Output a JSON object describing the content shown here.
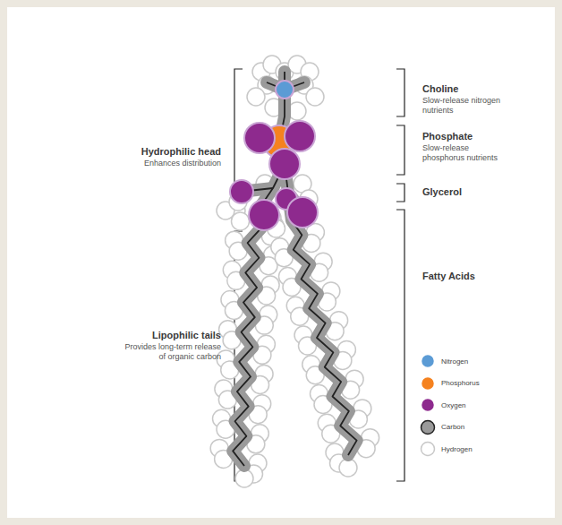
{
  "diagram": {
    "labels": [
      "Hydrophilic head",
      "Enhances distribution",
      "Lipophilic tails",
      "Provides long-term release of organic carbon",
      "Choline",
      "Slow-release nitrogen nutrients",
      "Phosphate",
      "Slow-release phosphorus nutrients",
      "Glycerol",
      "Fatty Acids"
    ],
    "legend": [
      {
        "text": "Nitrogen",
        "color": "#5b9bd5"
      },
      {
        "text": "Phosphorus",
        "color": "#f5821f"
      },
      {
        "text": "Oxygen",
        "color": "#8e2a8e"
      },
      {
        "text": "Carbon",
        "color": "#9a9a9a"
      },
      {
        "text": "Hydrogen",
        "color": "#ffffff"
      }
    ]
  }
}
